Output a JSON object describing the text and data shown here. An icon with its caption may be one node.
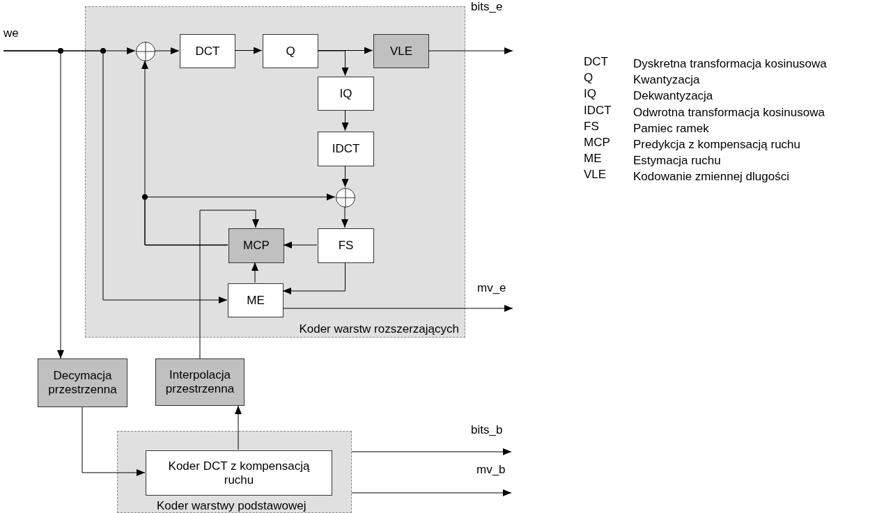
{
  "diagram": {
    "nodes": [
      {
        "text": [
          "Koder warstw rozszerzających"
        ]
      },
      {
        "text": [],
        "shape": "circle",
        "in": 0
      },
      {
        "text": [
          "DCT"
        ],
        "in": 0
      },
      {
        "text": [
          "Q"
        ],
        "in": 0
      },
      {
        "text": [
          "VLE"
        ],
        "in": 0
      },
      {
        "text": [
          "IQ"
        ],
        "in": 0
      },
      {
        "text": [
          "IDCT"
        ],
        "in": 0
      },
      {
        "text": [],
        "shape": "circle",
        "in": 0
      },
      {
        "text": [
          "MCP"
        ],
        "in": 0
      },
      {
        "text": [
          "FS"
        ],
        "in": 0
      },
      {
        "text": [
          "ME"
        ],
        "in": 0
      },
      {
        "text": [
          "we"
        ]
      },
      {
        "text": [
          "bits_e"
        ]
      },
      {
        "text": [
          "mv_e"
        ]
      },
      {
        "text": [
          "Decymacja przestrzenna"
        ]
      },
      {
        "text": [
          "Interpolacja przestrzenna"
        ]
      },
      {
        "text": [
          "Koder warstwy podstawowej"
        ]
      },
      {
        "text": [
          "Koder DCT z kompensacją ruchu"
        ],
        "in": 16
      },
      {
        "text": [
          "bits_b"
        ]
      },
      {
        "text": [
          "mv_b"
        ]
      }
    ],
    "edges": [
      {
        "from": 11,
        "to": 1,
        "arrow": "to"
      },
      {
        "from": 11,
        "to": 10,
        "arrow": "to"
      },
      {
        "from": 11,
        "to": 14,
        "arrow": "to"
      },
      {
        "from": 1,
        "to": 2,
        "arrow": "to"
      },
      {
        "from": 2,
        "to": 3,
        "arrow": "to"
      },
      {
        "from": 3,
        "to": 4,
        "arrow": "to"
      },
      {
        "from": 3,
        "to": 5,
        "arrow": "to"
      },
      {
        "from": 5,
        "to": 6,
        "arrow": "to"
      },
      {
        "from": 6,
        "to": 7,
        "arrow": "to"
      },
      {
        "from": 7,
        "to": 9,
        "arrow": "to"
      },
      {
        "from": 9,
        "to": 8,
        "arrow": "to"
      },
      {
        "from": 9,
        "to": 10,
        "arrow": "to"
      },
      {
        "from": 10,
        "to": 8,
        "arrow": "to"
      },
      {
        "from": 8,
        "to": 1,
        "arrow": "to"
      },
      {
        "from": 8,
        "to": 7,
        "arrow": "to"
      },
      {
        "from": 4,
        "to": 12,
        "arrow": "to"
      },
      {
        "from": 10,
        "to": 13,
        "arrow": "to"
      },
      {
        "from": 14,
        "to": 17,
        "arrow": "to"
      },
      {
        "from": 17,
        "to": 15,
        "arrow": "to"
      },
      {
        "from": 15,
        "to": 8,
        "arrow": "to"
      },
      {
        "from": 16,
        "to": 18,
        "arrow": "to"
      },
      {
        "from": 16,
        "to": 19,
        "arrow": "to"
      }
    ],
    "labels": [
      "DCT",
      "Dyskretna transformacja kosinusowa",
      "Q",
      "Kwantyzacja",
      "IQ",
      "Dekwantyzacja",
      "IDCT",
      "Odwrotna transformacja kosinusowa",
      "FS",
      "Pamiec ramek",
      "MCP",
      "Predykcja z kompensacją ruchu",
      "ME",
      "Estymacja ruchu",
      "VLE",
      "Kodowanie zmiennej dlugości"
    ]
  }
}
